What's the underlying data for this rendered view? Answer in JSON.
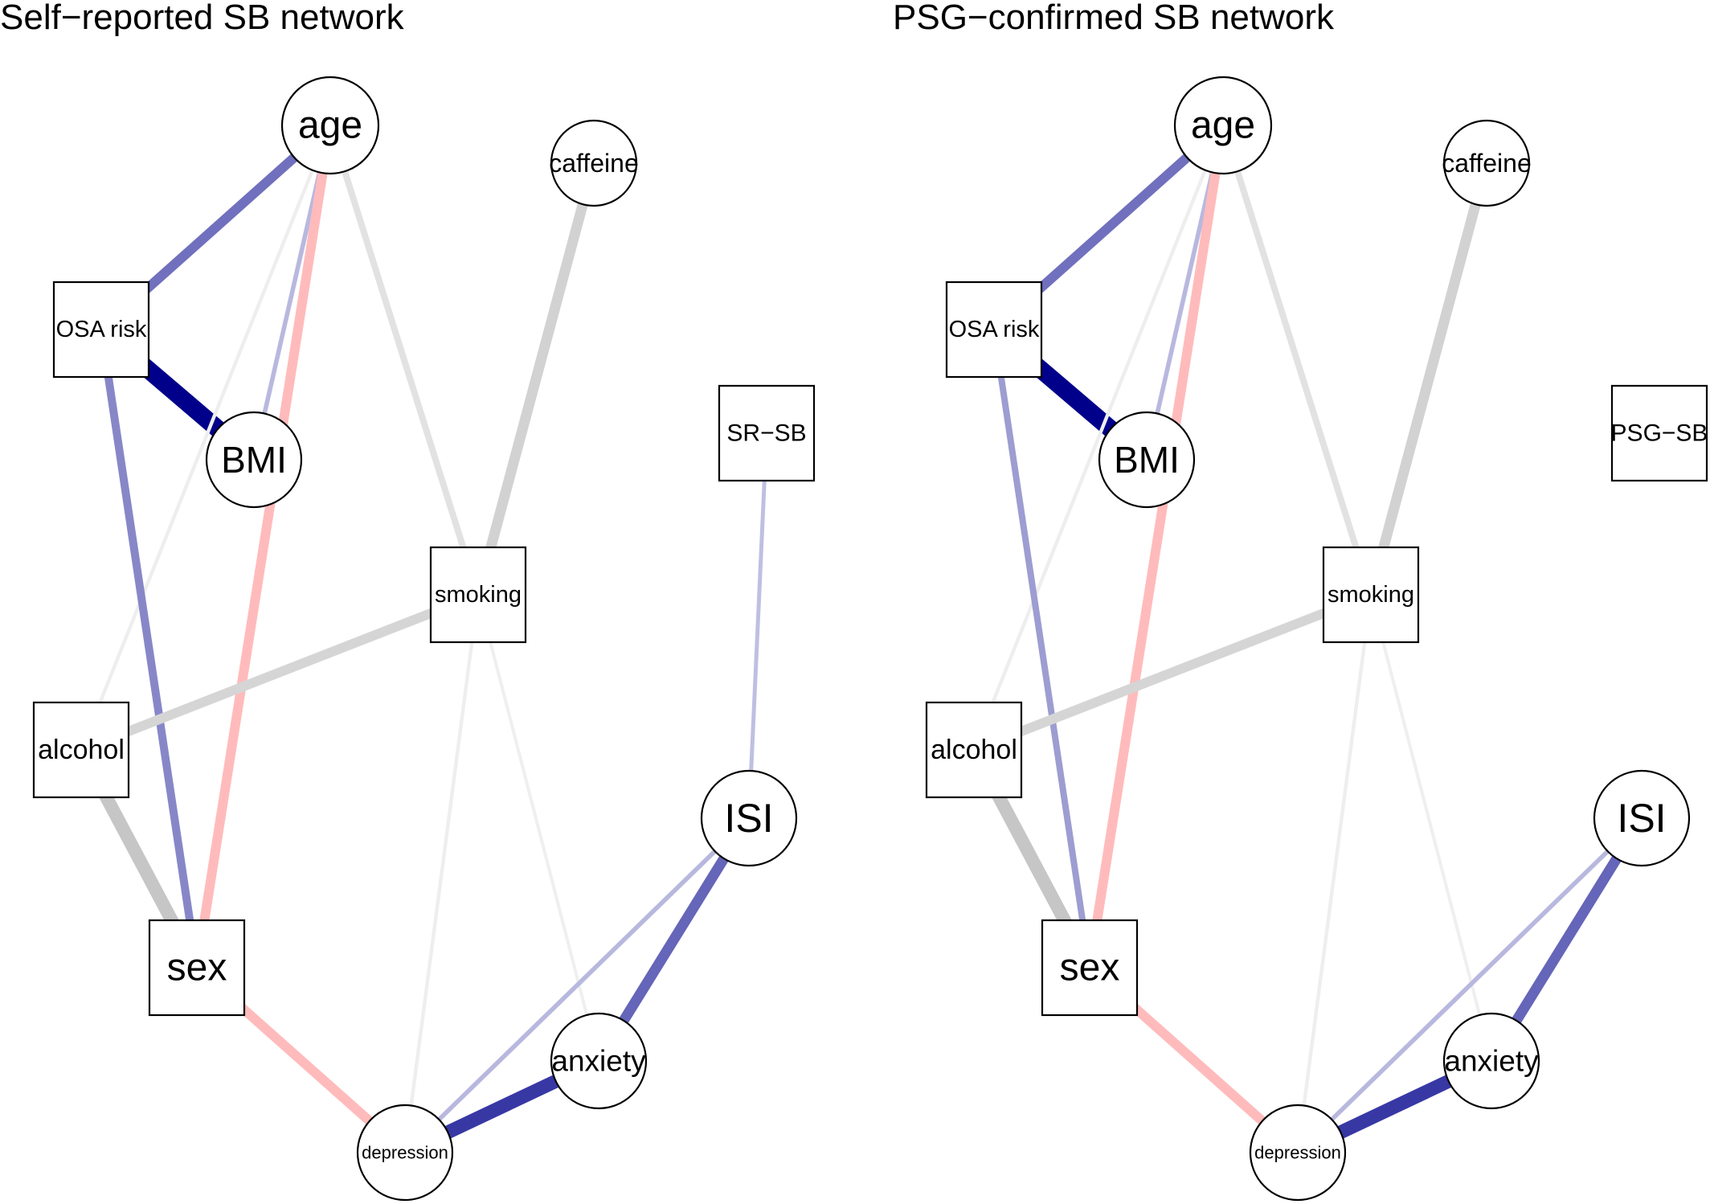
{
  "colors": {
    "positive": "#00008B",
    "negative": "#FF8080",
    "categorical": "#B4B4B4"
  },
  "panels": [
    {
      "id": "self-reported",
      "title": "Self−reported SB network",
      "nodes": [
        {
          "id": "age",
          "label": "age",
          "shape": "circle"
        },
        {
          "id": "caffeine",
          "label": "caffeine",
          "shape": "circle"
        },
        {
          "id": "osa",
          "label": "OSA risk",
          "shape": "square"
        },
        {
          "id": "bmi",
          "label": "BMI",
          "shape": "circle"
        },
        {
          "id": "sb",
          "label": "SR−SB",
          "shape": "square"
        },
        {
          "id": "smoking",
          "label": "smoking",
          "shape": "square"
        },
        {
          "id": "alcohol",
          "label": "alcohol",
          "shape": "square"
        },
        {
          "id": "isi",
          "label": "ISI",
          "shape": "circle"
        },
        {
          "id": "sex",
          "label": "sex",
          "shape": "square"
        },
        {
          "id": "anxiety",
          "label": "anxiety",
          "shape": "circle"
        },
        {
          "id": "depression",
          "label": "depression",
          "shape": "circle"
        }
      ],
      "edges": [
        {
          "from": "age",
          "to": "osa",
          "sign": "positive",
          "strength": 0.5
        },
        {
          "from": "osa",
          "to": "bmi",
          "sign": "positive",
          "strength": 1.0
        },
        {
          "from": "age",
          "to": "bmi",
          "sign": "positive",
          "strength": 0.18
        },
        {
          "from": "age",
          "to": "sex",
          "sign": "negative",
          "strength": 0.5
        },
        {
          "from": "age",
          "to": "alcohol",
          "sign": "categorical",
          "strength": 0.12
        },
        {
          "from": "age",
          "to": "smoking",
          "sign": "categorical",
          "strength": 0.3
        },
        {
          "from": "caffeine",
          "to": "smoking",
          "sign": "categorical",
          "strength": 0.55
        },
        {
          "from": "osa",
          "to": "sex",
          "sign": "positive",
          "strength": 0.4
        },
        {
          "from": "smoking",
          "to": "alcohol",
          "sign": "categorical",
          "strength": 0.5
        },
        {
          "from": "alcohol",
          "to": "sex",
          "sign": "categorical",
          "strength": 0.72
        },
        {
          "from": "smoking",
          "to": "depression",
          "sign": "categorical",
          "strength": 0.12
        },
        {
          "from": "smoking",
          "to": "anxiety",
          "sign": "categorical",
          "strength": 0.1
        },
        {
          "from": "sb",
          "to": "isi",
          "sign": "positive",
          "strength": 0.15
        },
        {
          "from": "isi",
          "to": "anxiety",
          "sign": "positive",
          "strength": 0.55
        },
        {
          "from": "isi",
          "to": "depression",
          "sign": "positive",
          "strength": 0.18
        },
        {
          "from": "anxiety",
          "to": "depression",
          "sign": "positive",
          "strength": 0.75
        },
        {
          "from": "sex",
          "to": "depression",
          "sign": "negative",
          "strength": 0.5
        }
      ]
    },
    {
      "id": "psg-confirmed",
      "title": "PSG−confirmed SB network",
      "nodes": [
        {
          "id": "age",
          "label": "age",
          "shape": "circle"
        },
        {
          "id": "caffeine",
          "label": "caffeine",
          "shape": "circle"
        },
        {
          "id": "osa",
          "label": "OSA risk",
          "shape": "square"
        },
        {
          "id": "bmi",
          "label": "BMI",
          "shape": "circle"
        },
        {
          "id": "sb",
          "label": "PSG−SB",
          "shape": "square"
        },
        {
          "id": "smoking",
          "label": "smoking",
          "shape": "square"
        },
        {
          "id": "alcohol",
          "label": "alcohol",
          "shape": "square"
        },
        {
          "id": "isi",
          "label": "ISI",
          "shape": "circle"
        },
        {
          "id": "sex",
          "label": "sex",
          "shape": "square"
        },
        {
          "id": "anxiety",
          "label": "anxiety",
          "shape": "circle"
        },
        {
          "id": "depression",
          "label": "depression",
          "shape": "circle"
        }
      ],
      "edges": [
        {
          "from": "age",
          "to": "osa",
          "sign": "positive",
          "strength": 0.5
        },
        {
          "from": "osa",
          "to": "bmi",
          "sign": "positive",
          "strength": 1.0
        },
        {
          "from": "age",
          "to": "bmi",
          "sign": "positive",
          "strength": 0.18
        },
        {
          "from": "age",
          "to": "sex",
          "sign": "negative",
          "strength": 0.5
        },
        {
          "from": "age",
          "to": "alcohol",
          "sign": "categorical",
          "strength": 0.12
        },
        {
          "from": "age",
          "to": "smoking",
          "sign": "categorical",
          "strength": 0.3
        },
        {
          "from": "caffeine",
          "to": "smoking",
          "sign": "categorical",
          "strength": 0.55
        },
        {
          "from": "osa",
          "to": "sex",
          "sign": "positive",
          "strength": 0.3
        },
        {
          "from": "smoking",
          "to": "alcohol",
          "sign": "categorical",
          "strength": 0.5
        },
        {
          "from": "alcohol",
          "to": "sex",
          "sign": "categorical",
          "strength": 0.72
        },
        {
          "from": "smoking",
          "to": "depression",
          "sign": "categorical",
          "strength": 0.12
        },
        {
          "from": "smoking",
          "to": "anxiety",
          "sign": "categorical",
          "strength": 0.1
        },
        {
          "from": "isi",
          "to": "anxiety",
          "sign": "positive",
          "strength": 0.55
        },
        {
          "from": "isi",
          "to": "depression",
          "sign": "positive",
          "strength": 0.18
        },
        {
          "from": "anxiety",
          "to": "depression",
          "sign": "positive",
          "strength": 0.75
        },
        {
          "from": "sex",
          "to": "depression",
          "sign": "negative",
          "strength": 0.5
        }
      ]
    }
  ]
}
